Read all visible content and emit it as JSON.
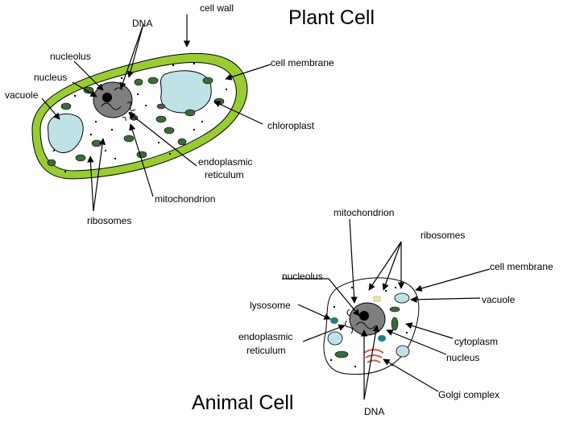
{
  "plant": {
    "title": "Plant Cell",
    "labels": {
      "cell_wall": "cell wall",
      "dna": "DNA",
      "nucleolus": "nucleolus",
      "cell_membrane": "cell membrane",
      "nucleus": "nucleus",
      "vacuole": "vacuole",
      "chloroplast": "chloroplast",
      "er_line1": "endoplasmic",
      "er_line2": "reticulum",
      "mitochondrion": "mitochondrion",
      "ribosomes": "ribosomes"
    }
  },
  "animal": {
    "title": "Animal Cell",
    "labels": {
      "mitochondrion": "mitochondrion",
      "ribosomes": "ribosomes",
      "cell_membrane": "cell membrane",
      "nucleolus": "nucleolus",
      "vacuole": "vacuole",
      "lysosome": "lysosome",
      "er_line1": "endoplasmic",
      "er_line2": "reticulum",
      "cytoplasm": "cytoplasm",
      "nucleus": "nucleus",
      "golgi": "Golgi complex",
      "dna": "DNA"
    }
  },
  "colors": {
    "cell_wall": "#99cc33",
    "vacuole": "#bfe2e6",
    "nucleus": "#7f7f7f",
    "chloroplast": "#3a6b3a",
    "lysosome": "#1f7f7f",
    "golgi": "#d55a5a"
  }
}
